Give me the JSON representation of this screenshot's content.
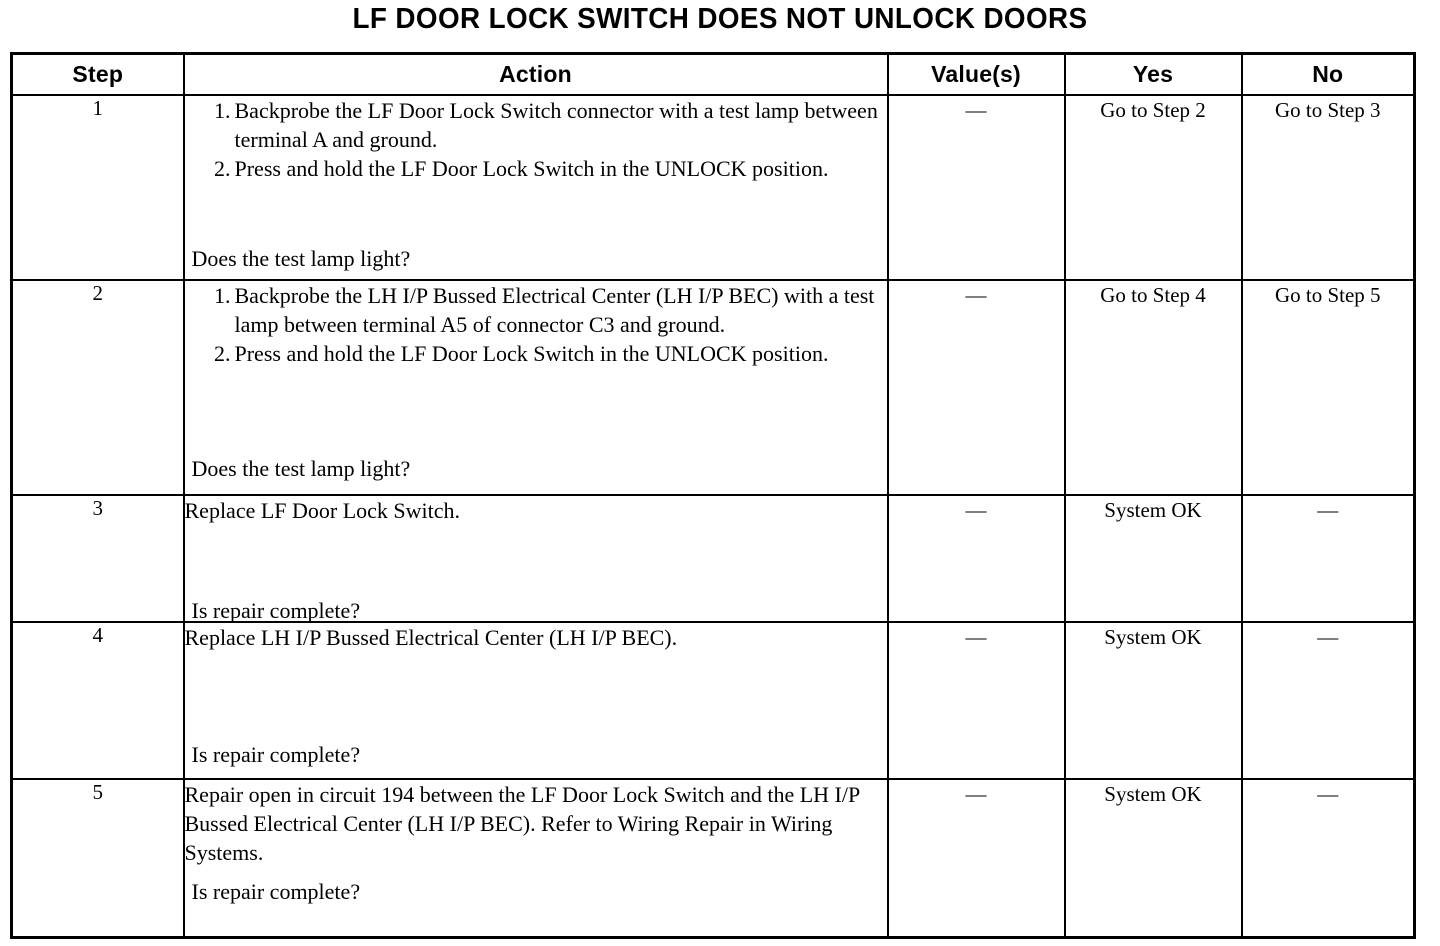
{
  "title": "LF DOOR LOCK SWITCH DOES NOT UNLOCK DOORS",
  "table": {
    "headers": {
      "step": "Step",
      "action": "Action",
      "value": "Value(s)",
      "yes": "Yes",
      "no": "No"
    },
    "rows": [
      {
        "step": "1",
        "action_items": [
          "Backprobe the LF Door Lock Switch connector with a test lamp between terminal A and ground.",
          "Press and hold the LF Door Lock Switch in the UNLOCK position."
        ],
        "action_lead": "",
        "question": "Does the test lamp light?",
        "value": "—",
        "yes": "Go to Step 2",
        "no": "Go to Step 3"
      },
      {
        "step": "2",
        "action_items": [
          "Backprobe the LH I/P Bussed Electrical Center (LH I/P BEC) with a test lamp between terminal A5 of connector C3 and ground.",
          "Press and hold the LF Door Lock Switch in the UNLOCK position."
        ],
        "action_lead": "",
        "question": "Does the test lamp light?",
        "value": "—",
        "yes": "Go to Step 4",
        "no": "Go to Step 5"
      },
      {
        "step": "3",
        "action_items": [],
        "action_lead": "Replace LF Door Lock Switch.",
        "question": "Is repair complete?",
        "value": "—",
        "yes": "System OK",
        "no": "—"
      },
      {
        "step": "4",
        "action_items": [],
        "action_lead": "Replace LH I/P Bussed Electrical Center (LH I/P BEC).",
        "question": "Is repair complete?",
        "value": "—",
        "yes": "System OK",
        "no": "—"
      },
      {
        "step": "5",
        "action_items": [],
        "action_lead": "Repair open in circuit 194 between the LF Door Lock Switch and the LH I/P Bussed Electrical Center (LH I/P BEC). Refer to Wiring Repair in Wiring Systems.",
        "question": "Is repair complete?",
        "value": "—",
        "yes": "System OK",
        "no": "—"
      }
    ]
  }
}
